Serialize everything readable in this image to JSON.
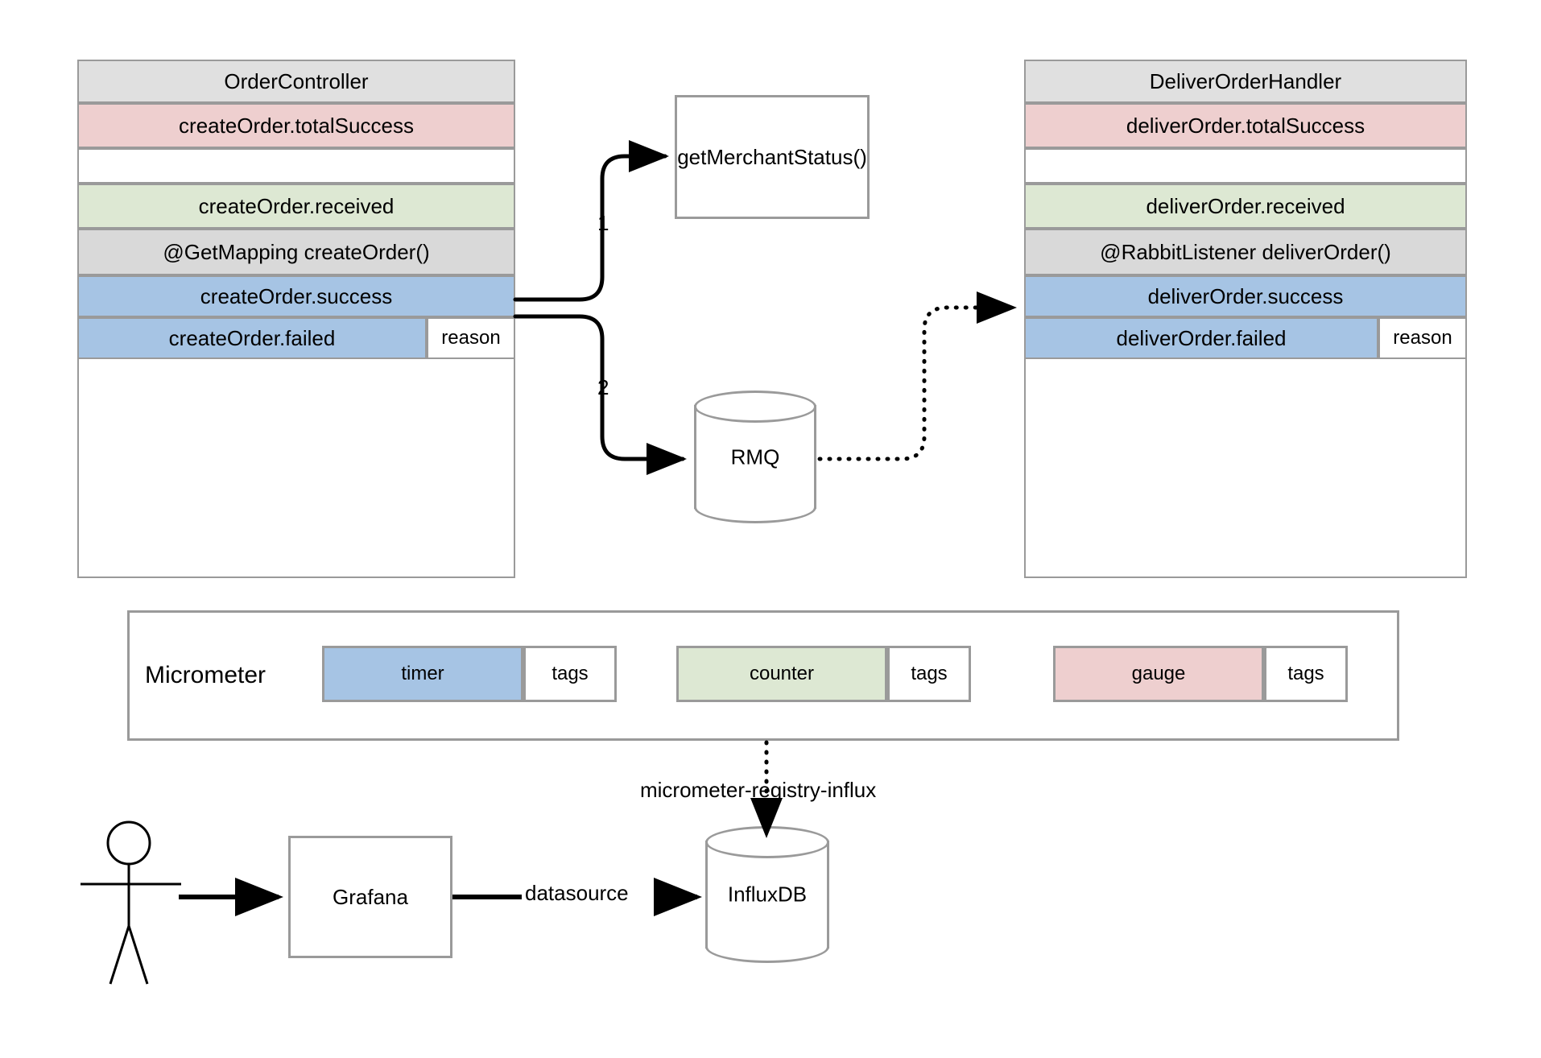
{
  "diagram": {
    "left_class": {
      "title": "OrderController",
      "rows": [
        {
          "label": "createOrder.totalSuccess",
          "style": "pink"
        },
        {
          "label": "",
          "style": "white"
        },
        {
          "label": "createOrder.received",
          "style": "green"
        },
        {
          "label": "@GetMapping createOrder()",
          "style": "gray"
        },
        {
          "label": "createOrder.success",
          "style": "blue"
        }
      ],
      "failed_row": {
        "label": "createOrder.failed",
        "tag": "reason",
        "style": "blue"
      }
    },
    "right_class": {
      "title": "DeliverOrderHandler",
      "rows": [
        {
          "label": "deliverOrder.totalSuccess",
          "style": "pink"
        },
        {
          "label": "",
          "style": "white"
        },
        {
          "label": "deliverOrder.received",
          "style": "green"
        },
        {
          "label": "@RabbitListener deliverOrder()",
          "style": "gray"
        },
        {
          "label": "deliverOrder.success",
          "style": "blue"
        }
      ],
      "failed_row": {
        "label": "deliverOrder.failed",
        "tag": "reason",
        "style": "blue"
      }
    },
    "merchant_box": {
      "label": "getMerchantStatus()"
    },
    "rmq": {
      "label": "RMQ"
    },
    "edge_labels": {
      "one": "1",
      "two": "2"
    },
    "micrometer": {
      "title": "Micrometer",
      "metrics": [
        {
          "name": "timer",
          "tags": "tags",
          "color": "#a6c4e4"
        },
        {
          "name": "counter",
          "tags": "tags",
          "color": "#dde8d3"
        },
        {
          "name": "gauge",
          "tags": "tags",
          "color": "#eecfcf"
        }
      ]
    },
    "registry_edge": {
      "label": "micrometer-registry-influx"
    },
    "grafana": {
      "label": "Grafana"
    },
    "influxdb": {
      "label": "InfluxDB"
    },
    "datasource_edge": {
      "label": "datasource"
    },
    "actor": {
      "label": ""
    }
  },
  "colors": {
    "border": "#9a9a9a",
    "title_gray": "#e0e0e0",
    "gray": "#d9d9d9",
    "pink": "#eecfcf",
    "green": "#dde8d3",
    "blue": "#a6c4e4",
    "arrow": "#000000"
  }
}
